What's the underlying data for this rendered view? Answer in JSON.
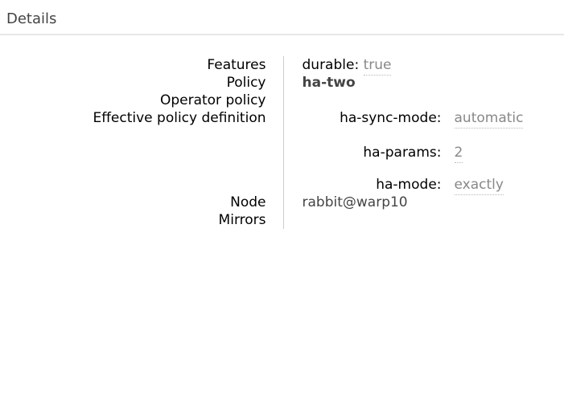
{
  "details": {
    "title": "Details",
    "rows": {
      "features": {
        "label": "Features",
        "args": [
          {
            "key": "durable:",
            "value": "true"
          }
        ]
      },
      "policy": {
        "label": "Policy",
        "value": "ha-two"
      },
      "operator_policy": {
        "label": "Operator policy",
        "value": ""
      },
      "effective_policy_definition": {
        "label": "Effective policy definition",
        "args": [
          {
            "key": "ha-sync-mode:",
            "value": "automatic"
          },
          {
            "key": "ha-params:",
            "value": "2"
          },
          {
            "key": "ha-mode:",
            "value": "exactly"
          }
        ]
      },
      "node": {
        "label": "Node",
        "value": "rabbit@warp10"
      },
      "mirrors": {
        "label": "Mirrors",
        "value": ""
      }
    },
    "colors": {
      "heading": "#444444",
      "link": "#444444",
      "muted_value": "#888888",
      "divider": "#cccccc",
      "heading_rule": "#e7e7e7"
    }
  }
}
